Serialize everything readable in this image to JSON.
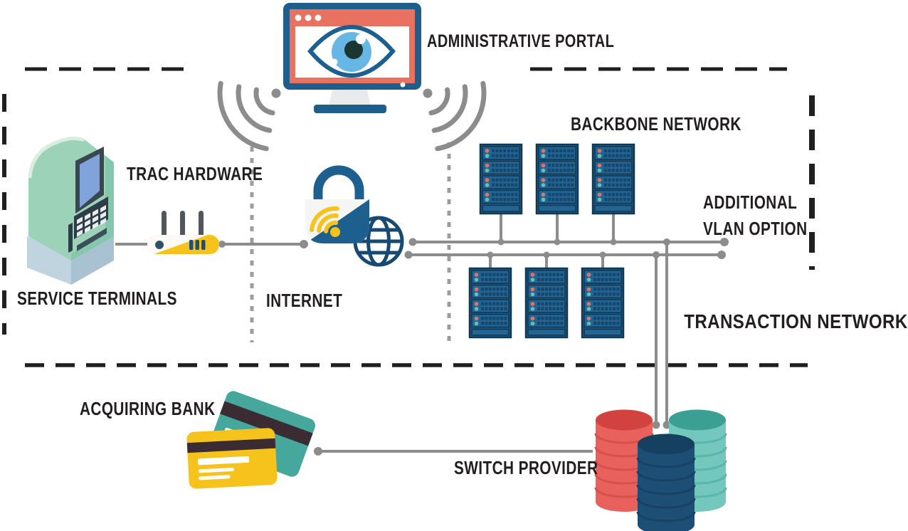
{
  "diagram": {
    "title": "ATM transaction network architecture diagram",
    "labels": {
      "administrative_portal": "ADMINISTRATIVE PORTAL",
      "trac_hardware": "TRAC HARDWARE",
      "service_terminals": "SERVICE TERMINALS",
      "internet": "INTERNET",
      "backbone_network": "BACKBONE NETWORK",
      "additional_vlan_line1": "ADDITIONAL",
      "additional_vlan_line2": "VLAN OPTION",
      "transaction_network": "TRANSACTION NETWORK",
      "acquiring_bank": "ACQUIRING BANK",
      "switch_provider": "SWITCH PROVIDER"
    },
    "icons": [
      {
        "name": "admin-portal-monitor-icon",
        "depicts": "desktop monitor with surveillance eye on screen"
      },
      {
        "name": "wifi-signal-left-icon",
        "depicts": "wireless signal arcs left of monitor"
      },
      {
        "name": "wifi-signal-right-icon",
        "depicts": "wireless signal arcs right of monitor"
      },
      {
        "name": "atm-machine-icon",
        "depicts": "green isometric ATM service terminal"
      },
      {
        "name": "router-icon",
        "depicts": "yellow router with three antennas"
      },
      {
        "name": "padlock-wifi-icon",
        "depicts": "padlock with yellow wifi symbol (secure internet)"
      },
      {
        "name": "internet-globe-icon",
        "depicts": "wireframe globe"
      },
      {
        "name": "server-rack-icon",
        "depicts": "six blue server racks with status LEDs"
      },
      {
        "name": "credit-cards-icon",
        "depicts": "two payment cards (acquiring bank)"
      },
      {
        "name": "database-cylinders-icon",
        "depicts": "red, navy and teal database stacks (switch provider)"
      }
    ],
    "colors": {
      "monitor_navy": "#1d5e8c",
      "coral": "#e8715f",
      "router_yellow": "#f6c21b",
      "card_teal": "#46a79c",
      "atm_mint": "#9cd2b7",
      "server_blue": "#1d5a85",
      "led_red": "#e8715f",
      "led_teal": "#63c0b9",
      "gray_line": "#8c8c8c",
      "dash_black": "#1f1f1f",
      "db_red": "#e8615c",
      "db_navy": "#1d4f76",
      "db_teal": "#73c7bc",
      "eye_blue": "#66b7e6"
    }
  }
}
